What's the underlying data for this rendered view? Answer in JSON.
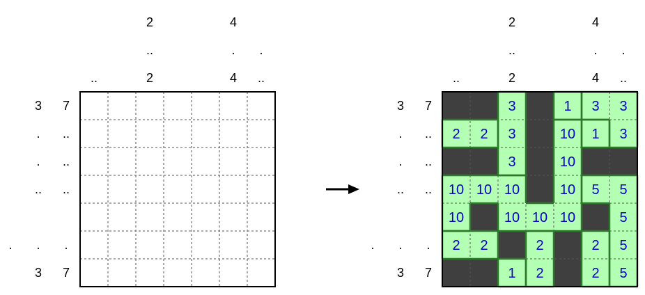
{
  "colors": {
    "blank_cell": "#ffffff",
    "shaded_cell": "#3f3f3f",
    "filled_cell": "#b3ffb3",
    "region_border": "#2a7a2a",
    "grid_line": "#555555",
    "clue_text": "#000000",
    "number_text": "#0000cc",
    "arrow": "#000000"
  },
  "top_clues": [
    [
      "",
      "",
      ".."
    ],
    [
      "",
      "",
      ""
    ],
    [
      "2",
      "..",
      "2"
    ],
    [
      "",
      "",
      ""
    ],
    [
      "",
      "",
      ""
    ],
    [
      "4",
      ".",
      "4"
    ],
    [
      "",
      ".",
      ".."
    ]
  ],
  "left_clues": [
    [
      "",
      "3",
      "7"
    ],
    [
      "",
      ".",
      ".."
    ],
    [
      "",
      ".",
      ".."
    ],
    [
      "",
      "..",
      ".."
    ],
    [
      "",
      "",
      ""
    ],
    [
      ".",
      ".",
      "."
    ],
    [
      "",
      "3",
      "7"
    ]
  ],
  "solution": {
    "cells": [
      [
        "#",
        "#",
        "3",
        "#",
        "1",
        "3",
        "3"
      ],
      [
        "2",
        "2",
        "3",
        "#",
        "10",
        "1",
        "3"
      ],
      [
        "#",
        "#",
        "3",
        "#",
        "10",
        "#",
        "#"
      ],
      [
        "10",
        "10",
        "10",
        "#",
        "10",
        "5",
        "5"
      ],
      [
        "10",
        "#",
        "10",
        "10",
        "10",
        "#",
        "5"
      ],
      [
        "2",
        "2",
        "#",
        "2",
        "#",
        "2",
        "5"
      ],
      [
        "#",
        "#",
        "1",
        "2",
        "#",
        "2",
        "5"
      ]
    ]
  }
}
